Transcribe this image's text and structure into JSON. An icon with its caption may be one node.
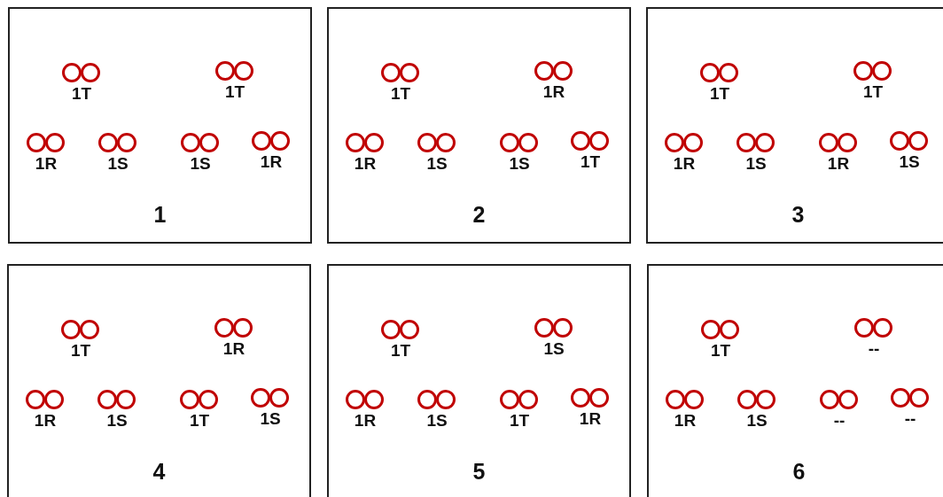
{
  "diagram": {
    "nodes": [
      {
        "text": [
          "1"
        ]
      },
      {
        "text": [
          "1T"
        ],
        "in": 0
      },
      {
        "text": [
          "1T"
        ],
        "in": 0
      },
      {
        "text": [
          "1R"
        ],
        "in": 0
      },
      {
        "text": [
          "1S"
        ],
        "in": 0
      },
      {
        "text": [
          "1S"
        ],
        "in": 0
      },
      {
        "text": [
          "1R"
        ],
        "in": 0
      },
      {
        "text": [
          "2"
        ]
      },
      {
        "text": [
          "1T"
        ],
        "in": 7
      },
      {
        "text": [
          "1R"
        ],
        "in": 7
      },
      {
        "text": [
          "1R"
        ],
        "in": 7
      },
      {
        "text": [
          "1S"
        ],
        "in": 7
      },
      {
        "text": [
          "1S"
        ],
        "in": 7
      },
      {
        "text": [
          "1T"
        ],
        "in": 7
      },
      {
        "text": [
          "3"
        ]
      },
      {
        "text": [
          "1T"
        ],
        "in": 14
      },
      {
        "text": [
          "1T"
        ],
        "in": 14
      },
      {
        "text": [
          "1R"
        ],
        "in": 14
      },
      {
        "text": [
          "1S"
        ],
        "in": 14
      },
      {
        "text": [
          "1R"
        ],
        "in": 14
      },
      {
        "text": [
          "1S"
        ],
        "in": 14
      },
      {
        "text": [
          "4"
        ]
      },
      {
        "text": [
          "1T"
        ],
        "in": 21
      },
      {
        "text": [
          "1R"
        ],
        "in": 21
      },
      {
        "text": [
          "1R"
        ],
        "in": 21
      },
      {
        "text": [
          "1S"
        ],
        "in": 21
      },
      {
        "text": [
          "1T"
        ],
        "in": 21
      },
      {
        "text": [
          "1S"
        ],
        "in": 21
      },
      {
        "text": [
          "5"
        ]
      },
      {
        "text": [
          "1T"
        ],
        "in": 28
      },
      {
        "text": [
          "1S"
        ],
        "in": 28
      },
      {
        "text": [
          "1R"
        ],
        "in": 28
      },
      {
        "text": [
          "1S"
        ],
        "in": 28
      },
      {
        "text": [
          "1T"
        ],
        "in": 28
      },
      {
        "text": [
          "1R"
        ],
        "in": 28
      },
      {
        "text": [
          "6"
        ]
      },
      {
        "text": [
          "1T"
        ],
        "in": 35
      },
      {
        "text": [
          "--"
        ],
        "in": 35
      },
      {
        "text": [
          "1R"
        ],
        "in": 35
      },
      {
        "text": [
          "1S"
        ],
        "in": 35
      },
      {
        "text": [
          "--"
        ],
        "in": 35
      },
      {
        "text": [
          "--"
        ],
        "in": 35
      }
    ]
  }
}
